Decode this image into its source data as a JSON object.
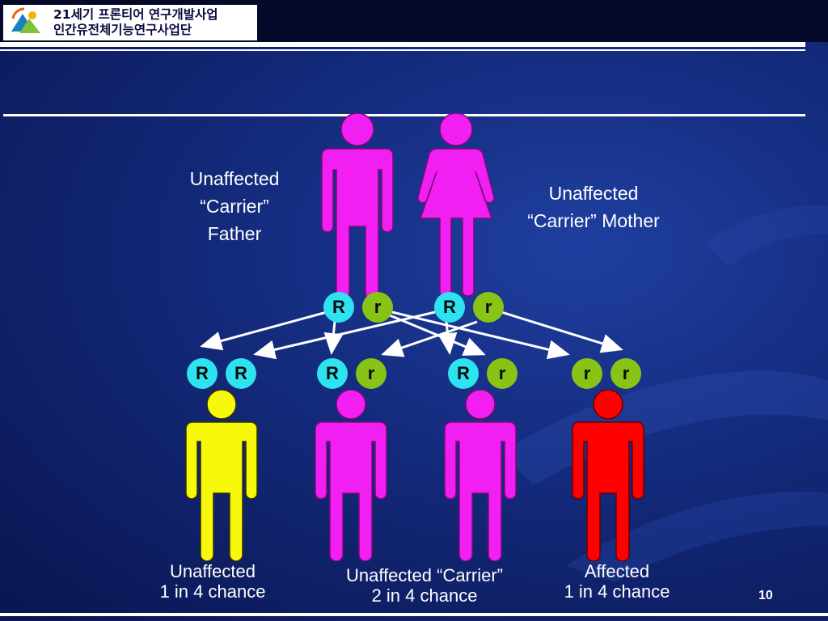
{
  "header": {
    "logo_line1": "21세기 프론티어 연구개발사업",
    "logo_line2": "인간유전체기능연구사업단"
  },
  "parents": {
    "father_label": [
      "Unaffected",
      "“Carrier”",
      "Father"
    ],
    "mother_label": [
      "Unaffected",
      "“Carrier” Mother"
    ],
    "father_alleles": [
      "R",
      "r"
    ],
    "mother_alleles": [
      "R",
      "r"
    ]
  },
  "children": [
    {
      "alleles": [
        "R",
        "R"
      ],
      "color": "#f8f80a",
      "label": [
        "Unaffected",
        "1 in 4 chance"
      ]
    },
    {
      "alleles": [
        "R",
        "r"
      ],
      "color": "#f21ff2",
      "label": [
        "Unaffected “Carrier”",
        "2 in 4 chance"
      ]
    },
    {
      "alleles": [
        "R",
        "r"
      ],
      "color": "#f21ff2",
      "label": []
    },
    {
      "alleles": [
        "r",
        "r"
      ],
      "color": "#ff0000",
      "label": [
        "Affected",
        "1 in 4 chance"
      ]
    }
  ],
  "colors": {
    "parent": "#f21ff2",
    "allele_dominant": "#2ee3f0",
    "allele_recessive": "#88c316"
  },
  "slide_number": "10"
}
